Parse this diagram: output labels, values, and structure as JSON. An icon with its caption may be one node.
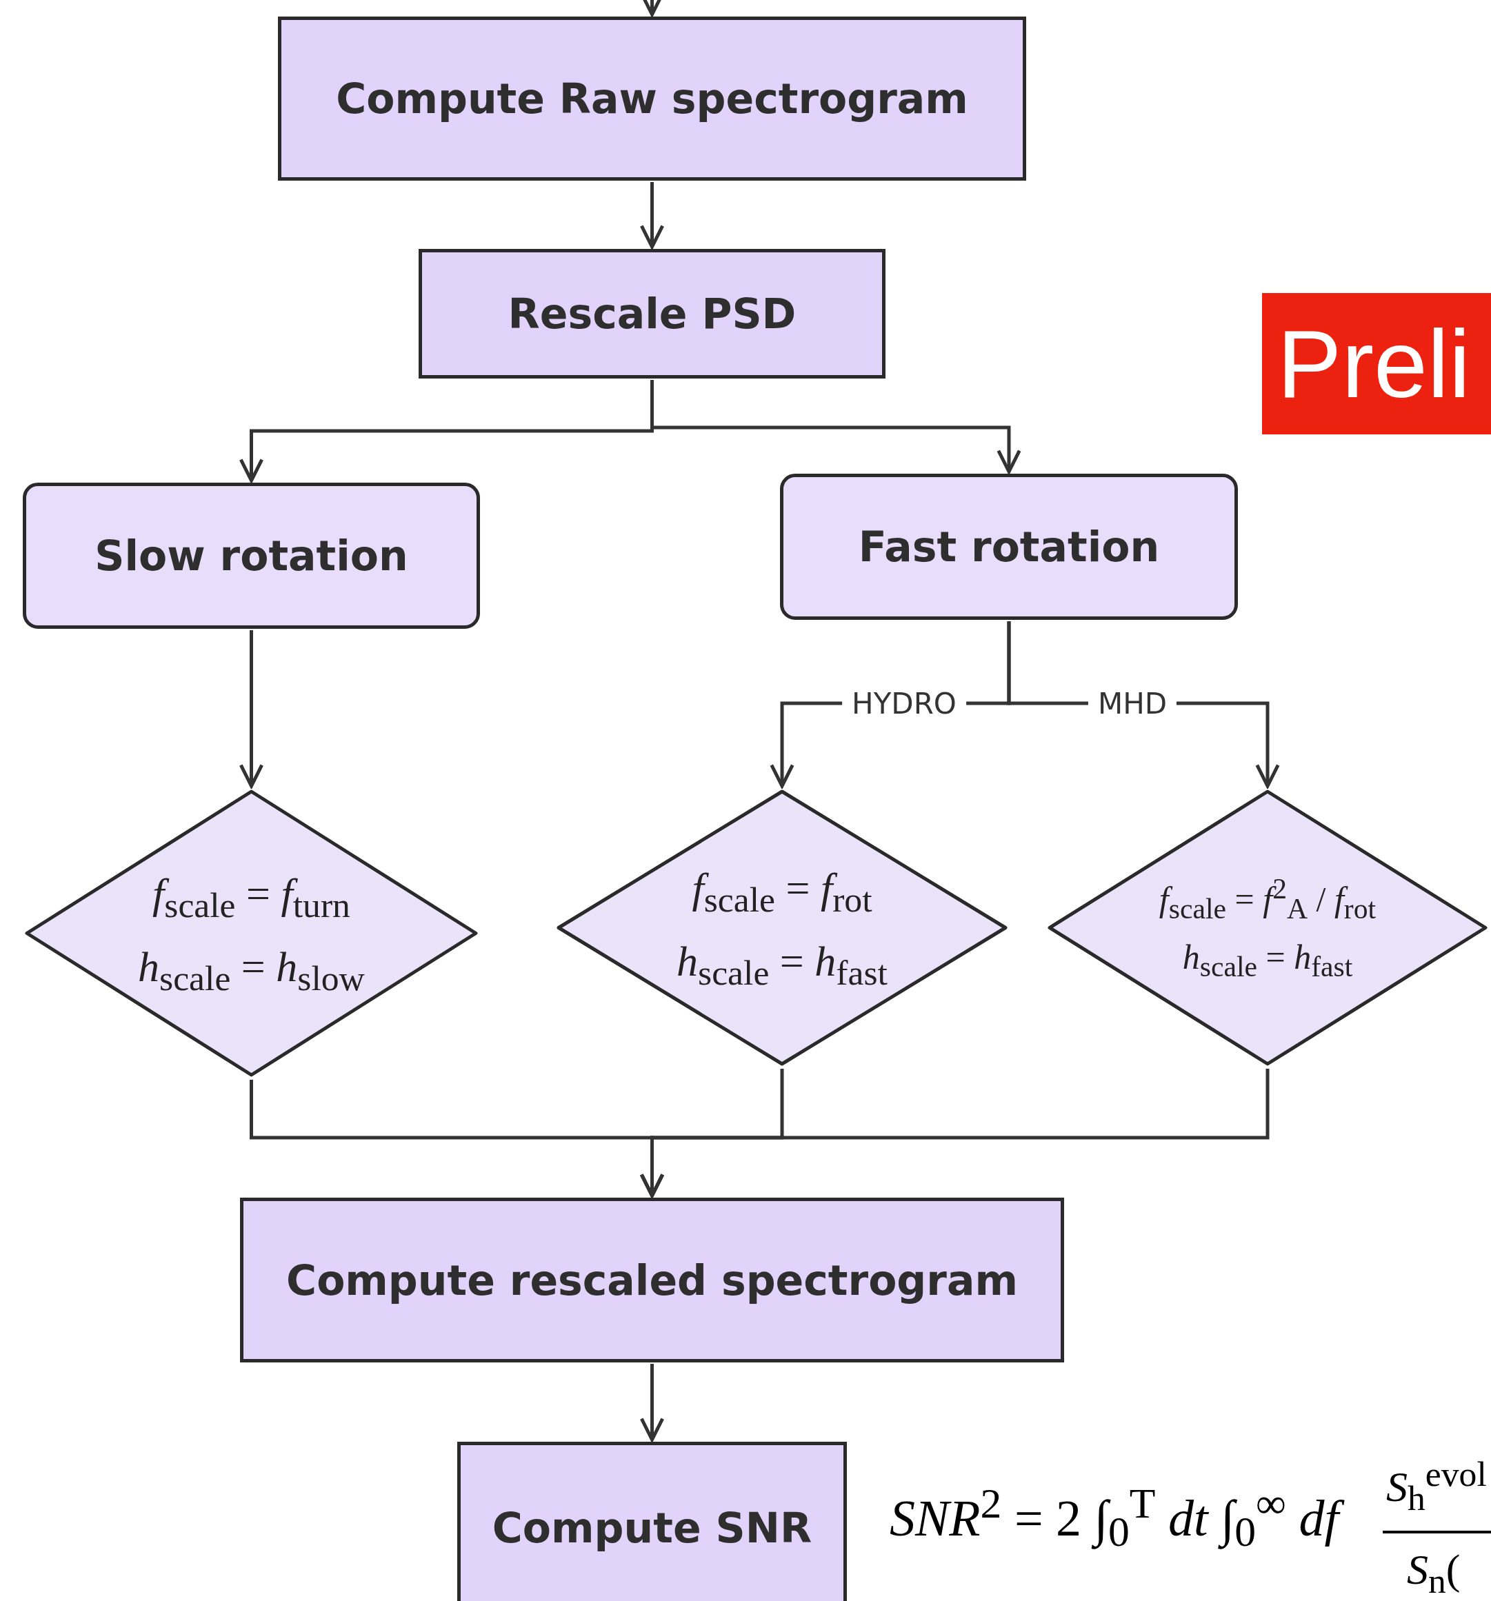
{
  "diagram": {
    "nodes": [
      {
        "text": [
          "Compute Raw spectrogram"
        ]
      },
      {
        "text": [
          "Rescale PSD"
        ]
      },
      {
        "text": [
          "Slow rotation"
        ]
      },
      {
        "text": [
          "Fast rotation"
        ]
      },
      {
        "text": [
          "*f*$_{scale}$ = *f*$_{turn}$",
          "*h*$_{scale}$ = *h*$_{slow}$"
        ]
      },
      {
        "text": [
          "*f*$_{scale}$ = *f*$_{rot}$",
          "*h*$_{scale}$ = *h*$_{fast}$"
        ]
      },
      {
        "text": [
          "*f*$_{scale}$ = *f*$^{2}$$_{A}$ / *f*$_{rot}$",
          "*h*$_{scale}$ = *h*$_{fast}$"
        ]
      },
      {
        "text": [
          "Compute rescaled spectrogram"
        ]
      },
      {
        "text": [
          "Compute SNR"
        ]
      },
      {
        "text": [
          "Preli"
        ]
      }
    ],
    "edges": [
      {
        "from": null,
        "to": 0,
        "arrow": "to"
      },
      {
        "from": 0,
        "to": 1,
        "arrow": "to"
      },
      {
        "from": 1,
        "to": 2,
        "arrow": "to"
      },
      {
        "from": 1,
        "to": 3,
        "arrow": "to"
      },
      {
        "from": 2,
        "to": 4,
        "arrow": "to"
      },
      {
        "from": 3,
        "to": 5,
        "arrow": "to",
        "label": "HYDRO"
      },
      {
        "from": 3,
        "to": 6,
        "arrow": "to",
        "label": "MHD"
      },
      {
        "from": 4,
        "to": 7,
        "arrow": "to"
      },
      {
        "from": 5,
        "to": 7,
        "arrow": "to"
      },
      {
        "from": 6,
        "to": 7,
        "arrow": "to"
      },
      {
        "from": 7,
        "to": 8,
        "arrow": "to"
      }
    ],
    "labels": [
      "*SNR*$^{2}$ = 2 ∫$_{0}$$^{T}$ *dt* ∫$_{0}$$^{∞}$ *df*",
      "*S*$_{h}$$^{evol}$",
      "*S*$_{n}$("
    ]
  }
}
